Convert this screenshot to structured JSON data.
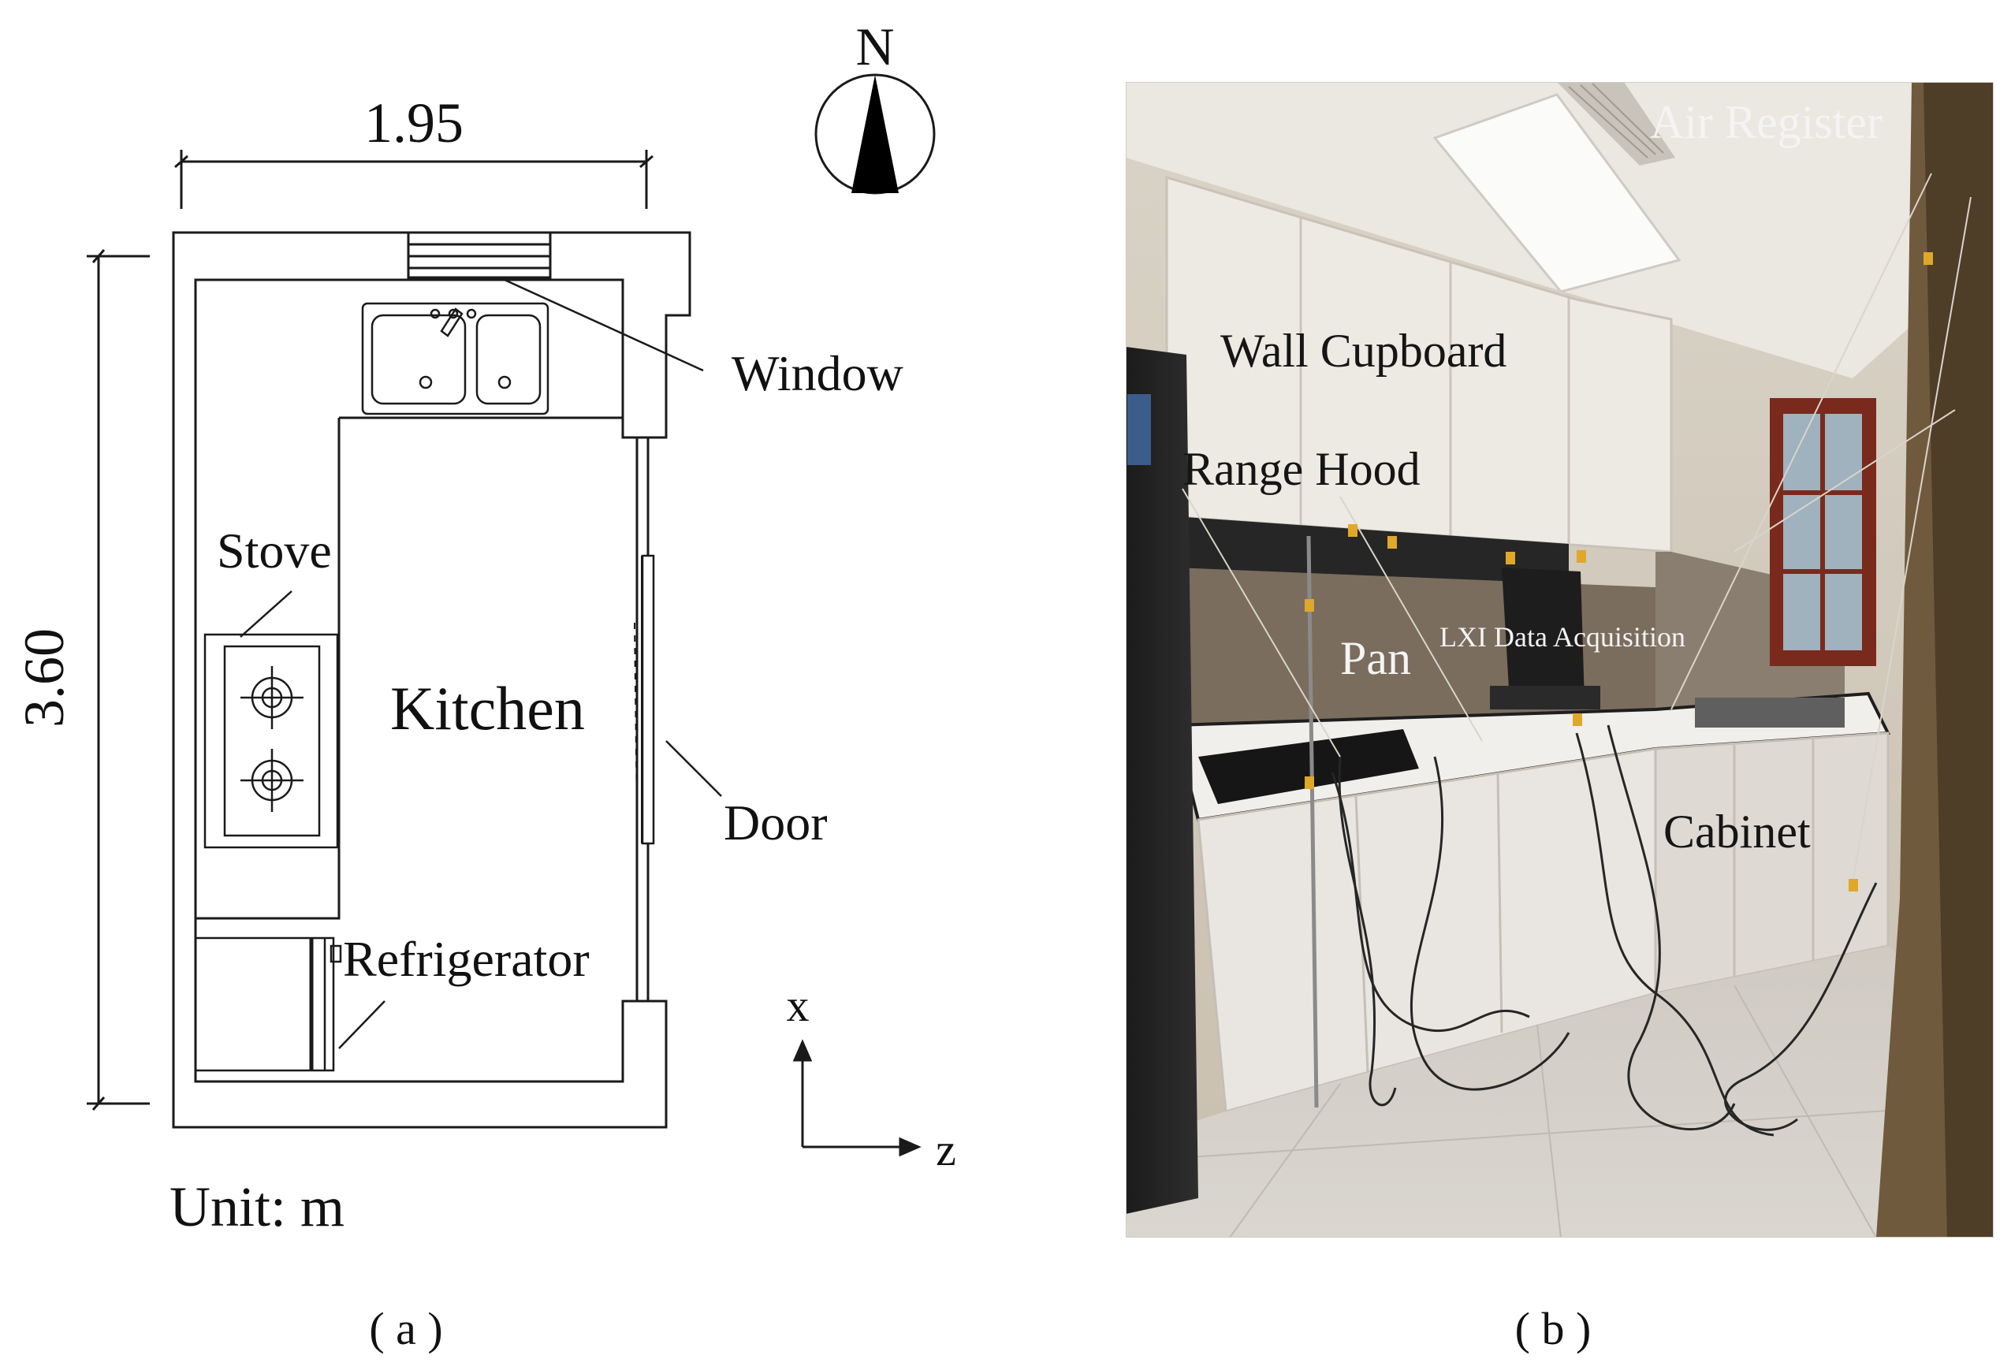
{
  "panel_a": {
    "dimension_width": "1.95",
    "dimension_height": "3.60",
    "north": "N",
    "labels": {
      "window": "Window",
      "stove": "Stove",
      "kitchen": "Kitchen",
      "door": "Door",
      "refrigerator": "Refrigerator"
    },
    "axes": {
      "x": "x",
      "z": "z"
    },
    "unit": "Unit: m",
    "caption": "( a )"
  },
  "panel_b": {
    "labels": {
      "air_register": "Air Register",
      "wall_cupboard": "Wall Cupboard",
      "range_hood": "Range Hood",
      "pan": "Pan",
      "lxi": "LXI Data Acquisition",
      "cabinet": "Cabinet"
    },
    "caption": "( b )"
  },
  "colors": {
    "line": "#1a1a1a",
    "wall_cream": "#d9cfbf",
    "cabinet_white": "#e6e2dc",
    "floor": "#d4d0c9",
    "window_frame": "#7a2a1c",
    "dark": "#141414"
  }
}
